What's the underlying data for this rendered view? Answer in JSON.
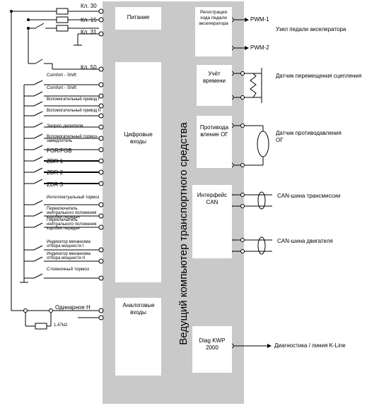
{
  "ecu_title": "Ведущий компьютер транспортного средства",
  "terminals": {
    "kl30": "Кл. 30",
    "kl15": "Кл. 15",
    "kl31": "Кл. 31",
    "kl50": "Кл. 50"
  },
  "inputs": [
    "Comfort - Shift",
    "Comfort - Shift",
    "Вспомогательный привод I",
    "Вспомогательный привод II",
    "Запрос делителя",
    "Вспомогательный тормоз-замедлитель",
    "FGR/FGB",
    "ZDR 1",
    "ZDR 2",
    "ZDR 3",
    "Интеллектуальный тормоз",
    "Переключатель нейтрального положения коробки передач",
    "Переключатель нейтрального положения коробки передач",
    "Индикатор механизма отбора мощности I",
    "Индикатор механизма отбора мощности II",
    "Стояночный тормоз"
  ],
  "neutral_switch": "Одинарное Н",
  "resistor": "1,47kΩ",
  "blocks": {
    "power": "Питание",
    "digital": "Цифровые входы",
    "analog": "Аналоговые входы",
    "pedal_reg": "Регистрация хода педали акселератора",
    "time": "Учёт времени",
    "backpressure": "Противодавление ОГ",
    "can": "Интерфейс CAN",
    "diag": "Diag KWP 2000"
  },
  "right_pins": {
    "pwm1": "PWM-1",
    "pwm2": "PWM-2"
  },
  "right_labels": {
    "pedal": "Узел педали акселератора",
    "clutch": "Датчик перемещения сцепления",
    "backpressure_sensor": "Датчик противодавления ОГ",
    "can_trans": "CAN-шина трансмиссии",
    "can_engine": "CAN-шина двигателя",
    "diag_line": "Диагностика / линия K-Line"
  }
}
